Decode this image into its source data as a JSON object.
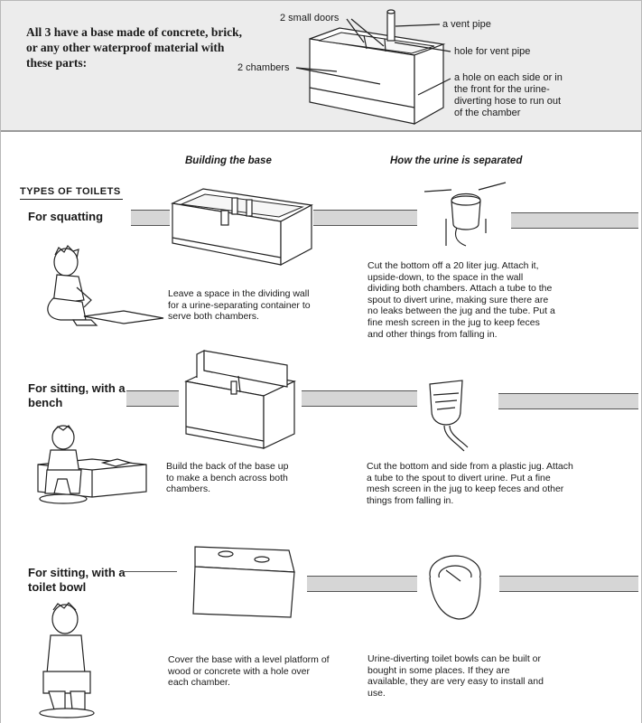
{
  "header": {
    "intro": "All 3 have a base made of concrete, brick, or any other waterproof material with these parts:",
    "labels": {
      "small_doors": "2 small doors",
      "vent_pipe": "a vent pipe",
      "vent_hole": "hole for vent pipe",
      "chambers": "2 chambers",
      "side_hole": "a hole on each side or in the front for the urine-diverting hose to run out of the chamber"
    }
  },
  "columns": {
    "base": "Building the base",
    "urine": "How the urine is separated"
  },
  "types_heading": "TYPES OF TOILETS",
  "rows": [
    {
      "title": "For squatting",
      "base_text": "Leave a space in the dividing wall for a urine-separating container to serve both chambers.",
      "urine_text": "Cut the bottom off a 20 liter jug. Attach it, upside-down, to the space in the wall dividing both chambers. Attach a tube to the spout to divert urine, making sure there are no leaks between the jug and the tube. Put a fine mesh screen in the jug to keep feces and other things from falling in."
    },
    {
      "title": "For sitting, with a bench",
      "base_text": "Build the back of the base up to make a bench across both chambers.",
      "urine_text": "Cut the bottom and side from a plastic jug. Attach a tube to the spout to divert urine. Put a fine mesh screen in the jug to keep feces and other things from falling in."
    },
    {
      "title": "For sitting, with a toilet bowl",
      "base_text": "Cover the base with a level platform of wood or concrete with a hole over each chamber.",
      "urine_text": "Urine-diverting toilet bowls can be built or bought in some places. If they are available, they are very easy to install and use."
    }
  ]
}
